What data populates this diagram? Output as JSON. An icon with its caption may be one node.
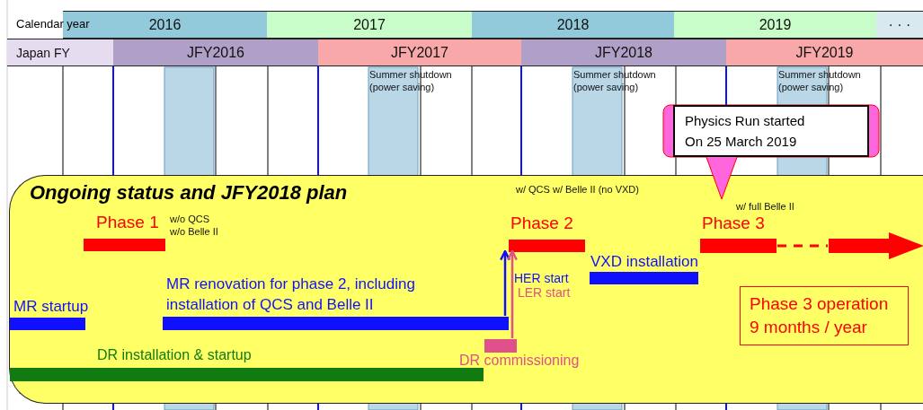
{
  "diagram": {
    "nodes": [
      {
        "text": [
          "Physics Run started On 25 March 2019"
        ]
      },
      {
        "text": [
          "Ongoing status and JFY2018 plan"
        ]
      },
      {
        "text": [],
        "shape": "bar",
        "in": 1,
        "beside": [
          "Phase 1",
          "w/o QCS w/o Belle II"
        ]
      },
      {
        "text": [],
        "shape": "bar",
        "in": 1,
        "beside": [
          "w/ QCS w/ Belle II (no VXD)",
          "Phase 2"
        ]
      },
      {
        "text": [],
        "shape": "bar",
        "in": 1,
        "beside": [
          "w/ full Belle II",
          "Phase 3"
        ]
      },
      {
        "text": [],
        "shape": "bar",
        "in": 1,
        "beside": [
          "VXD installation"
        ]
      },
      {
        "text": [],
        "shape": "bar",
        "in": 1,
        "beside": [
          "MR startup"
        ]
      },
      {
        "text": [],
        "shape": "bar",
        "in": 1,
        "beside": [
          "MR renovation for phase 2, including installation of QCS and Belle II"
        ]
      },
      {
        "text": [
          "Phase 3 operation 9 months / year"
        ],
        "in": 1
      },
      {
        "text": [],
        "shape": "bar",
        "in": 1,
        "beside": [
          "DR commissioning"
        ]
      },
      {
        "text": [],
        "shape": "bar",
        "in": 1,
        "beside": [
          "DR installation & startup"
        ]
      }
    ],
    "edges": [
      {
        "from": 7,
        "to": 3,
        "arrow": "to",
        "label": "HER start",
        "color": "#1010ff"
      },
      {
        "from": 9,
        "to": 3,
        "arrow": "to",
        "label": "LER start",
        "color": "#e0508a"
      }
    ],
    "labels": [
      "Calendar year",
      "2016",
      "2017",
      "2018",
      "2019",
      "· · ·",
      "Japan FY",
      "JFY2016",
      "JFY2017",
      "JFY2018",
      "JFY2019",
      "Summer shutdown (power saving)",
      "Summer shutdown (power saving)",
      "Summer shutdown (power saving)"
    ]
  }
}
